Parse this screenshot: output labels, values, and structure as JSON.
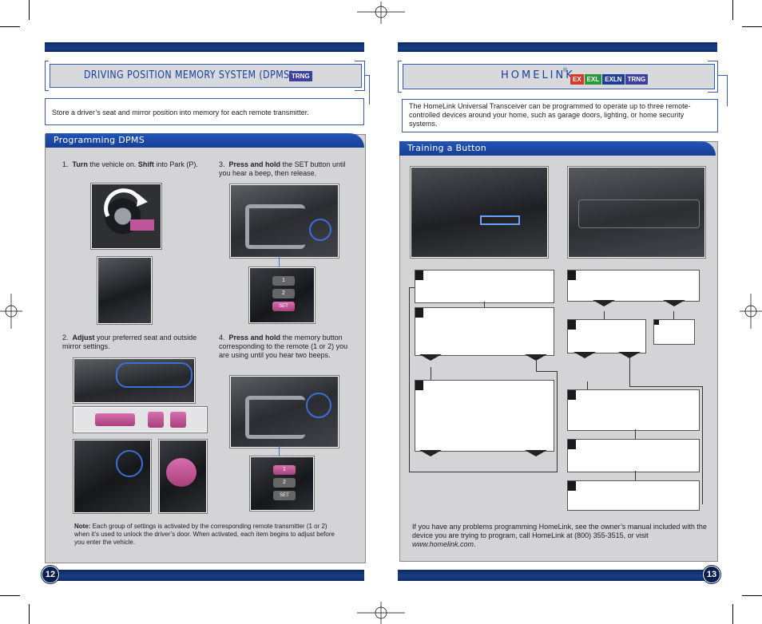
{
  "left_page": {
    "page_number": "12",
    "title": "DRIVING POSITION MEMORY SYSTEM (DPMS)",
    "badges": [
      {
        "label": "TRNG",
        "color": "#3b3f9e"
      }
    ],
    "intro": "Store a driver’s seat and mirror position into memory for each remote transmitter.",
    "section_tab": "Programming DPMS",
    "steps": [
      {
        "num": "1.",
        "bold": "Turn",
        "text1": " the vehicle on. ",
        "bold2": "Shift",
        "text2": " into Park (P)."
      },
      {
        "num": "2.",
        "bold": "Adjust",
        "text1": " your preferred seat and outside mirror settings."
      },
      {
        "num": "3.",
        "bold": "Press and hold",
        "text1": " the SET button until you hear a beep, then release."
      },
      {
        "num": "4.",
        "bold": "Press and hold",
        "text1": " the memory button corresponding to the remote (1 or 2) you are using until you hear two beeps."
      }
    ],
    "note_label": "Note:",
    "note_text": " Each group of settings is activated by the corresponding remote transmitter (1 or 2) when it’s used to unlock the driver’s door. When activated, each item begins to adjust before you enter the vehicle.",
    "memory_buttons": {
      "one": "1",
      "two": "2",
      "set": "SET"
    }
  },
  "right_page": {
    "page_number": "13",
    "title": "HOMELINK",
    "title_reg": "®",
    "badges": [
      {
        "label": "EX",
        "color": "#d63a2a"
      },
      {
        "label": "EXL",
        "color": "#2a9a3a"
      },
      {
        "label": "EXLN",
        "color": "#1d3f99"
      },
      {
        "label": "TRNG",
        "color": "#3b3f9e"
      }
    ],
    "intro": "The HomeLink Universal Transceiver can be programmed to operate up to three remote-controlled devices around your home, such as garage doors, lighting, or home security systems.",
    "section_tab": "Training a Button",
    "footer_text": "If you have any problems programming HomeLink, see the owner’s manual included with the device you are trying to program, call HomeLink at (800) 355-3515, or visit ",
    "footer_link": "www.homelink.com",
    "footer_end": "."
  },
  "colors": {
    "brand_blue": "#1d3f99",
    "bar_navy": "#0a2a66",
    "panel_gray": "#d4d4d6",
    "memory_pink": "#c0569a"
  }
}
